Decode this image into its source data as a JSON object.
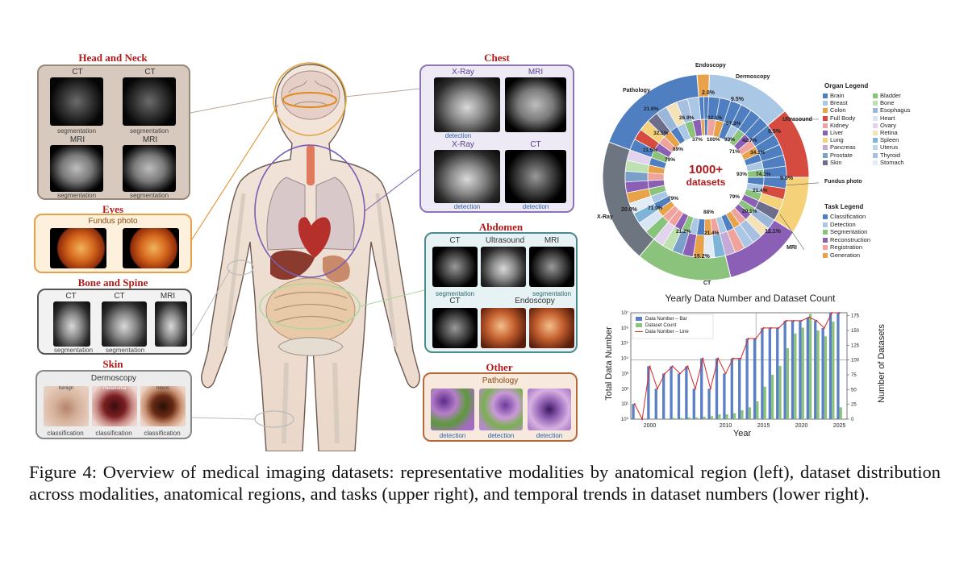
{
  "left": {
    "head_neck": {
      "title": "Head and Neck",
      "mods": [
        "CT",
        "CT",
        "MRI",
        "MRI"
      ],
      "tasks": [
        "segmentation",
        "segmentation",
        "segmentation",
        "segmentation"
      ]
    },
    "eyes": {
      "title": "Eyes",
      "mod": "Fundus photo"
    },
    "bone": {
      "title": "Bone and Spine",
      "mods": [
        "CT",
        "CT",
        "MRI"
      ],
      "tasks": [
        "segmentation",
        "segmentation"
      ]
    },
    "skin": {
      "title": "Skin",
      "mod": "Dermoscopy",
      "labels": [
        "benign",
        "melanoma",
        "nevus"
      ],
      "tasks": [
        "classification",
        "classification",
        "classification"
      ]
    },
    "chest": {
      "title": "Chest",
      "mods": [
        "X-Ray",
        "MRI",
        "X-Ray",
        "CT"
      ],
      "tasks": [
        "detection",
        "detection",
        "detection"
      ]
    },
    "abdomen": {
      "title": "Abdomen",
      "mods": [
        "CT",
        "Ultrasound",
        "MRI",
        "CT",
        "Endoscopy"
      ],
      "tasks": [
        "segmentation",
        "segmentation"
      ]
    },
    "other": {
      "title": "Other",
      "mod": "Pathology",
      "tasks": [
        "detection",
        "detection",
        "detection"
      ]
    }
  },
  "sunburst": {
    "center_top": "1000+",
    "center_bottom": "datasets",
    "outer_labels": [
      "Endoscopy",
      "Dermoscopy",
      "Ultrasound",
      "Fundus photo",
      "MRI",
      "CT",
      "X-Ray",
      "Pathology"
    ],
    "pct_labels": [
      "2.0%",
      "9.5%",
      "9.5%",
      "9.9%",
      "12.1%",
      "15.2%",
      "20.0%",
      "21.8%",
      "26.9%",
      "32.1%",
      "57.3%",
      "42.7%",
      "34.1%",
      "74.1%",
      "21.4%",
      "20.1%",
      "21.4%",
      "21.2%",
      "71.9%",
      "11.5%",
      "32.1%",
      "37%",
      "100%",
      "93%",
      "71%",
      "93%",
      "79%",
      "79%",
      "88%",
      "89%",
      "79%"
    ],
    "organ_legend_title": "Organ Legend",
    "organs": [
      {
        "name": "Brain",
        "color": "#4f7fc0"
      },
      {
        "name": "Breast",
        "color": "#aac7e6"
      },
      {
        "name": "Colon",
        "color": "#e8a24a"
      },
      {
        "name": "Full Body",
        "color": "#d64b3f"
      },
      {
        "name": "Kidney",
        "color": "#f0a39c"
      },
      {
        "name": "Liver",
        "color": "#8b5fb5"
      },
      {
        "name": "Lung",
        "color": "#f5d27a"
      },
      {
        "name": "Pancreas",
        "color": "#c6aad6"
      },
      {
        "name": "Prostate",
        "color": "#7a9fc9"
      },
      {
        "name": "Skin",
        "color": "#6d6d8c"
      },
      {
        "name": "Bladder",
        "color": "#86c47a"
      },
      {
        "name": "Bone",
        "color": "#bfe0b3"
      },
      {
        "name": "Esophagus",
        "color": "#9ab7db"
      },
      {
        "name": "Heart",
        "color": "#d9e5f2"
      },
      {
        "name": "Ovary",
        "color": "#e2d4ee"
      },
      {
        "name": "Retina",
        "color": "#f4e2b8"
      },
      {
        "name": "Spleen",
        "color": "#7fb4d9"
      },
      {
        "name": "Uterus",
        "color": "#bcd6ec"
      },
      {
        "name": "Thyroid",
        "color": "#a7c0e0"
      },
      {
        "name": "Stomach",
        "color": "#e2ecf6"
      }
    ],
    "task_legend_title": "Task Legend",
    "tasks": [
      {
        "name": "Classification",
        "color": "#4f7fc0"
      },
      {
        "name": "Detection",
        "color": "#aac7e6"
      },
      {
        "name": "Segmentation",
        "color": "#8cc37c"
      },
      {
        "name": "Reconstruction",
        "color": "#8b5fb5"
      },
      {
        "name": "Registration",
        "color": "#f0a39c"
      },
      {
        "name": "Generation",
        "color": "#e8a24a"
      }
    ]
  },
  "chart_data": {
    "type": "bar",
    "title": "Yearly Data Number and Dataset Count",
    "xlabel": "Year",
    "ylabel": "Total Data Number",
    "y2label": "Number of Datasets",
    "x": [
      1998,
      1999,
      2000,
      2001,
      2002,
      2003,
      2004,
      2005,
      2006,
      2007,
      2008,
      2009,
      2010,
      2011,
      2012,
      2013,
      2014,
      2015,
      2016,
      2017,
      2018,
      2019,
      2020,
      2021,
      2022,
      2023,
      2024,
      2025
    ],
    "x_ticks": [
      "2000",
      "2010",
      "2015",
      "2020",
      "2025"
    ],
    "y_ticks": [
      "10⁰",
      "10¹",
      "10²",
      "10³",
      "10⁴",
      "10⁵",
      "10⁶",
      "10⁷"
    ],
    "y2_ticks": [
      "0",
      "25",
      "50",
      "75",
      "100",
      "125",
      "150",
      "175"
    ],
    "y_log_range": [
      0,
      7
    ],
    "y2_range": [
      0,
      180
    ],
    "series": [
      {
        "name": "Data Number – Bar",
        "values": [
          10,
          1,
          3000,
          100,
          1000,
          3000,
          1000,
          3000,
          100,
          10000,
          100,
          10000,
          1000,
          10000,
          10000,
          200000,
          200000,
          1000000,
          1000000,
          1000000,
          3000000,
          3000000,
          3000000,
          5000000,
          3000000,
          1000000,
          10000000,
          10000000
        ]
      },
      {
        "name": "Dataset Count",
        "values": [
          0,
          0,
          1,
          1,
          1,
          2,
          2,
          3,
          3,
          4,
          5,
          8,
          8,
          10,
          15,
          20,
          30,
          55,
          75,
          90,
          120,
          145,
          155,
          178,
          150,
          140,
          165,
          20
        ]
      },
      {
        "name": "Data Number – Line",
        "values": [
          10,
          1,
          3000,
          100,
          1000,
          3000,
          1000,
          3000,
          100,
          10000,
          100,
          10000,
          1000,
          10000,
          10000,
          200000,
          200000,
          1000000,
          1000000,
          1000000,
          3000000,
          3000000,
          3000000,
          5000000,
          3000000,
          1000000,
          10000000,
          10000000
        ]
      }
    ],
    "colors": {
      "bar": "#5b7fc4",
      "count": "#8cc37c",
      "line": "#d62828"
    }
  },
  "caption": "Figure 4:  Overview of medical imaging datasets: representative modalities by anatomical region (left), dataset distribution across modalities, anatomical regions, and tasks (upper right), and temporal trends in dataset numbers (lower right)."
}
